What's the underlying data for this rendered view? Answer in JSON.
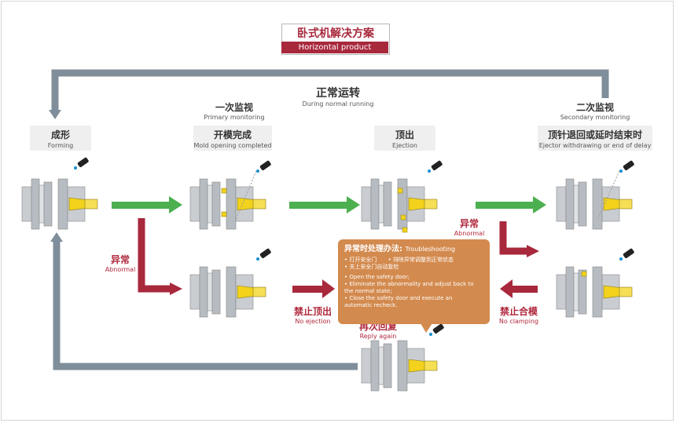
{
  "header": {
    "title_zh": "卧式机解决方案",
    "title_en": "Horizontal product"
  },
  "normal": {
    "zh": "正常运转",
    "en": "During normal running"
  },
  "primary": {
    "zh": "一次监视",
    "en": "Primary monitoring"
  },
  "secondary": {
    "zh": "二次监视",
    "en": "Secondary monitoring"
  },
  "stages": [
    {
      "zh": "成形",
      "en": "Forming"
    },
    {
      "zh": "开模完成",
      "en": "Mold opening completed"
    },
    {
      "zh": "顶出",
      "en": "Ejection"
    },
    {
      "zh": "顶针退回或延时结束时",
      "en": "Ejector withdrawing or end of delay"
    }
  ],
  "abnormal": {
    "zh": "异常",
    "en": "Abnormal"
  },
  "no_ejection": {
    "zh": "禁止顶出",
    "en": "No ejection"
  },
  "no_clamping": {
    "zh": "禁止合模",
    "en": "No clamping"
  },
  "reply": {
    "zh": "再次回复",
    "en": "Reply again"
  },
  "troubleshooting": {
    "title_zh": "异常时处理办法:",
    "title_en": "Troubleshooting",
    "step1_zh": "• 打开安全门",
    "step2_zh": "• 排除异常调整到正常状态",
    "step3_zh": "• 关上安全门自动复检",
    "step1_en": "• Open the safety door;",
    "step2_en_1": "• Eliminate the abnormality and adjust back to",
    "step2_en_2": "  the normal state;",
    "step3_en_1": "• Close the safety door and execute an",
    "step3_en_2": "  automatic recheck."
  },
  "colors": {
    "accent": "#a8283c",
    "green": "#4caf50",
    "arrow_red": "#a8283c",
    "loop": "#7f8e9a",
    "box": "#d38a4e"
  }
}
